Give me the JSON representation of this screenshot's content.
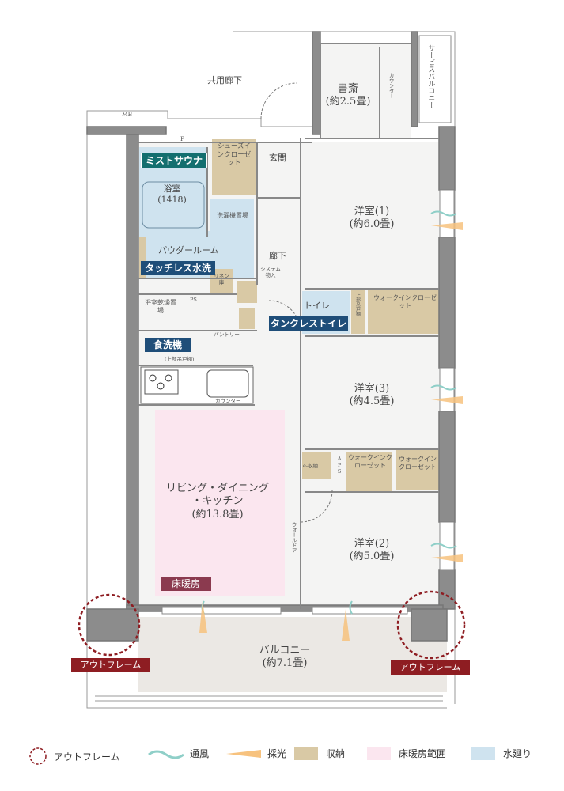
{
  "rooms": {
    "corridor": "共用廊下",
    "mb": "MB",
    "p": "P",
    "study": "書斎",
    "study_size": "(約2.5畳)",
    "counter_top": "カウンター",
    "service_balcony": "サービスバルコニー",
    "shoes": "シューズインクローゼット",
    "entrance": "玄関",
    "bath": "浴室",
    "bath_size": "(1418)",
    "washer": "洗濯機置場",
    "western1": "洋室(1)",
    "western1_size": "(約6.0畳)",
    "powder": "パウダールーム",
    "hallway": "廊下",
    "system_storage": "システム物入",
    "linen": "リネン庫",
    "ps": "PS",
    "toilet": "トイレ",
    "upper_shelf": "上部吊戸棚",
    "wic1": "ウォークインクローゼット",
    "dryer": "浴室乾燥置場",
    "pantry": "パントリー",
    "upper_cabinet": "(上部吊戸棚)",
    "counter_kitchen": "カウンター",
    "western3": "洋室(3)",
    "western3_size": "(約4.5畳)",
    "e_storage": "e-収納",
    "aps": "APS",
    "wic2": "ウォークインクローゼット",
    "wic3": "ウォークインクローゼット",
    "ldk": "リビング・ダイニング",
    "ldk2": "・キッチン",
    "ldk_size": "(約13.8畳)",
    "wall_door": "ウォールドア",
    "western2": "洋室(2)",
    "western2_size": "(約5.0畳)",
    "balcony": "バルコニー",
    "balcony_size": "(約7.1畳)"
  },
  "tags": {
    "mist_sauna": "ミストサウナ",
    "touchless": "タッチレス水洗",
    "tankless": "タンクレストイレ",
    "dishwasher": "食洗機",
    "floor_heating": "床暖房",
    "outframe_left": "アウトフレーム",
    "outframe_right": "アウトフレーム"
  },
  "legend": {
    "outframe": "アウトフレーム",
    "ventilation": "通風",
    "daylight": "採光",
    "storage": "収納",
    "floor_heating_area": "床暖房範囲",
    "water": "水廻り"
  },
  "colors": {
    "storage": "#d9c9a5",
    "floor_heating": "#fbe6ef",
    "water": "#cfe3ef",
    "wall": "#8c8c8c",
    "room": "#f4f4f3",
    "balcony": "#ebe8e4",
    "outframe": "#8e1d22",
    "tag_blue": "#1f4e79",
    "tag_teal": "#136f6f",
    "tag_rose": "#8b3a4f",
    "ventilation": "#8fcfc8",
    "daylight": "#f7c27e"
  }
}
